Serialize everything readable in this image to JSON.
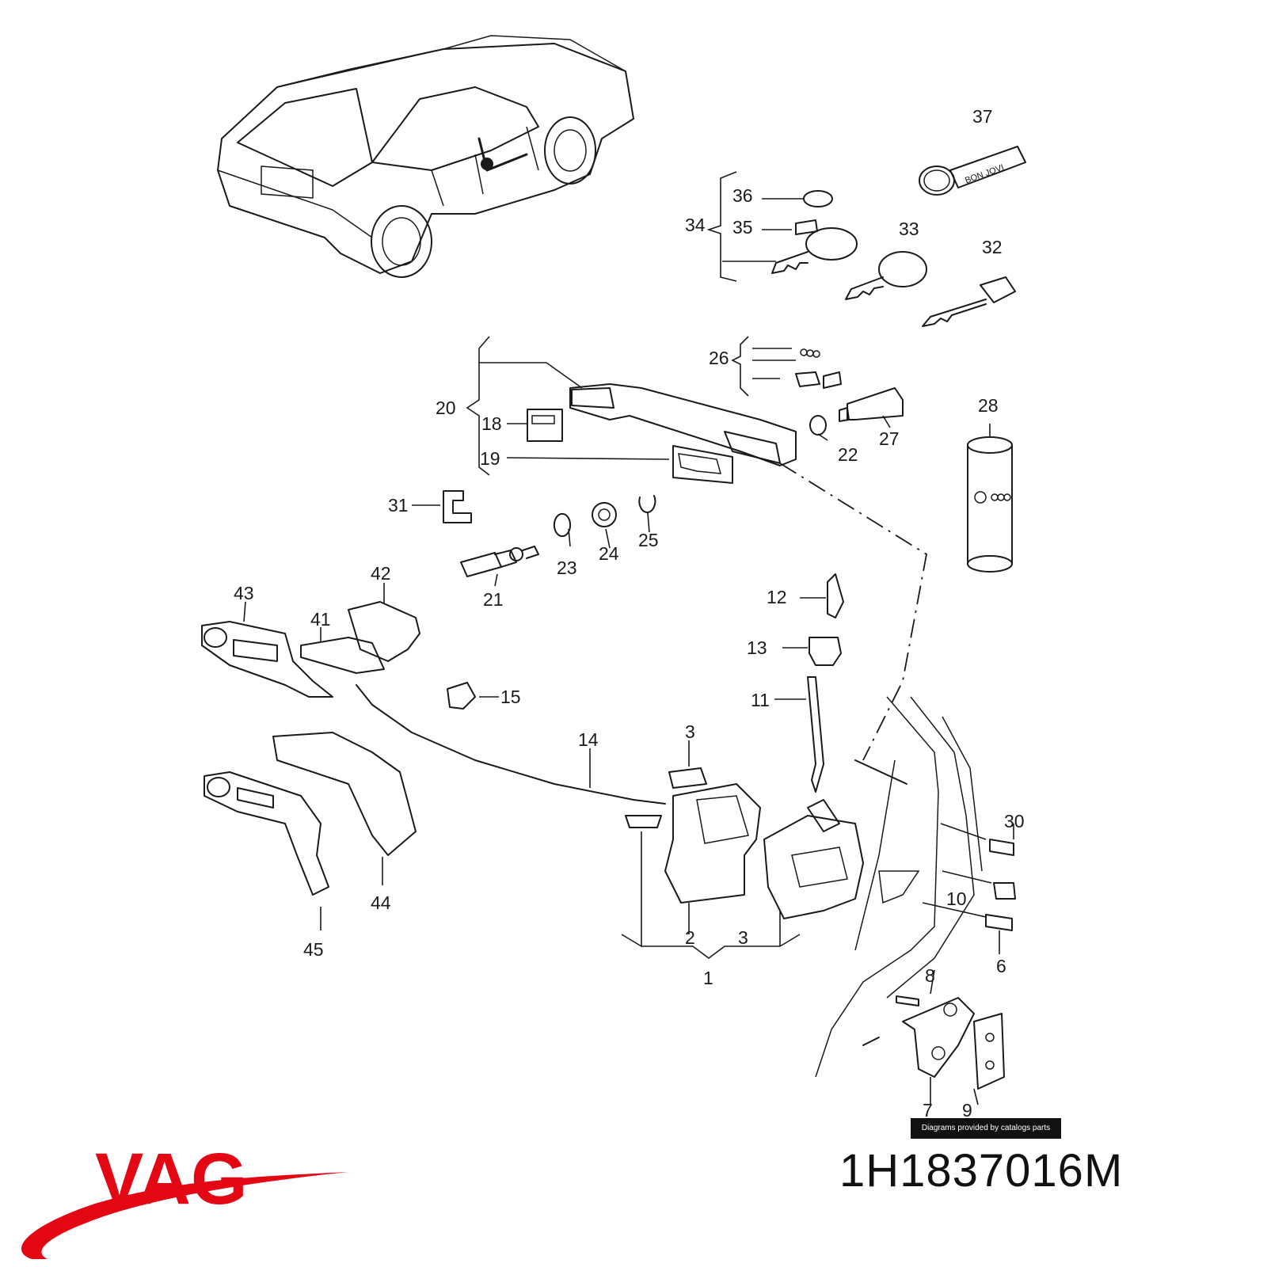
{
  "brand": {
    "name": "VAG",
    "color": "#e30613"
  },
  "part_number": "1H1837016M",
  "credit": "Diagrams provided by catalogs parts",
  "keyring_text": "BON JOVI",
  "callouts": [
    "1",
    "2",
    "3",
    "3",
    "6",
    "7",
    "8",
    "9",
    "10",
    "11",
    "12",
    "13",
    "14",
    "15",
    "18",
    "19",
    "20",
    "21",
    "22",
    "23",
    "24",
    "25",
    "26",
    "27",
    "28",
    "30",
    "31",
    "32",
    "33",
    "34",
    "35",
    "36",
    "37",
    "41",
    "42",
    "43",
    "44",
    "45"
  ]
}
